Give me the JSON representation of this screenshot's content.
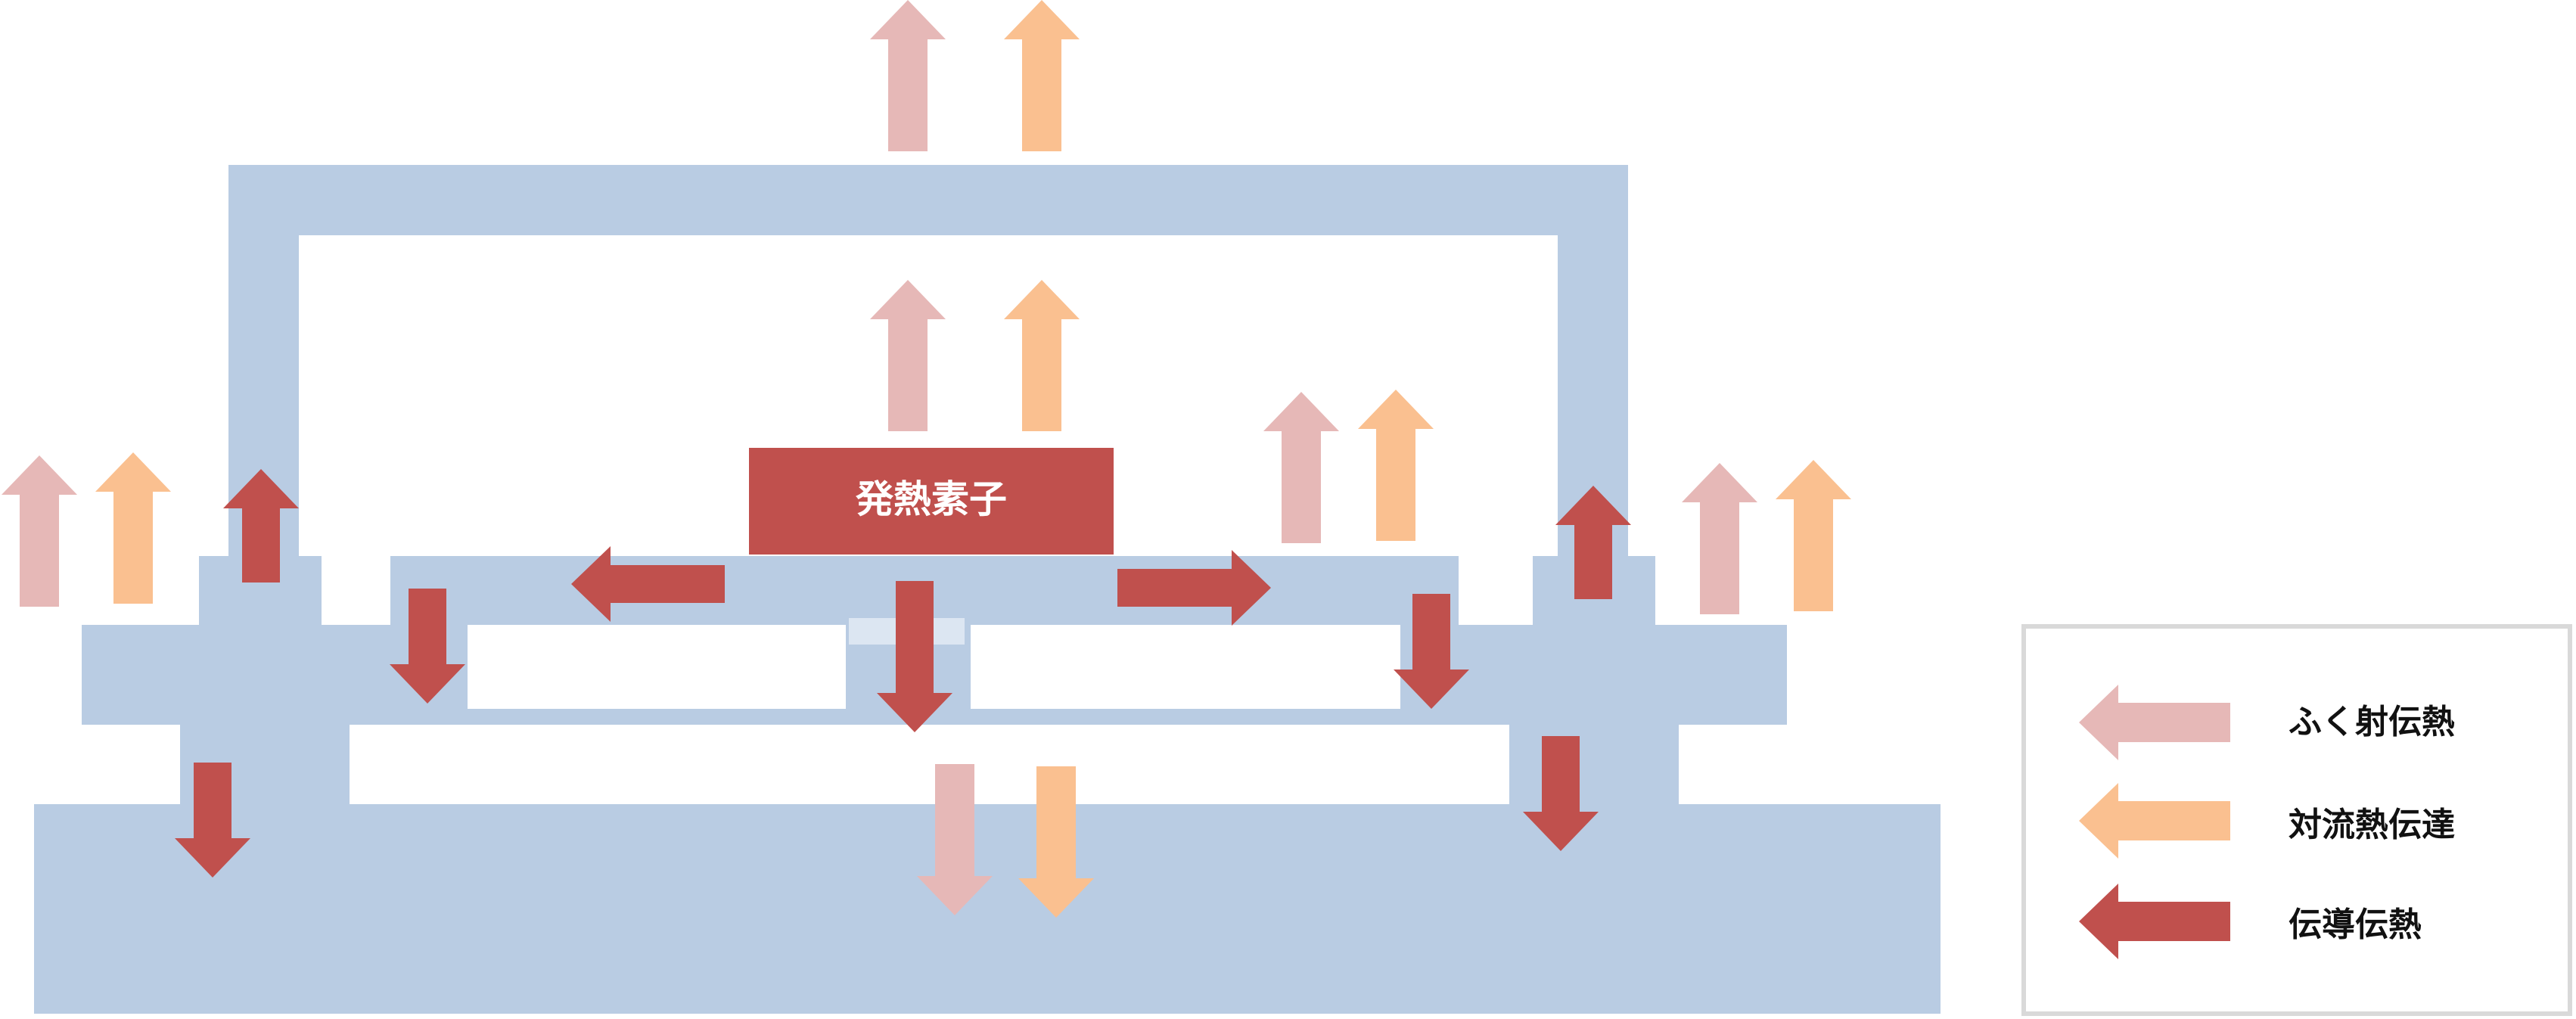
{
  "colors": {
    "structure": "#b9cce3",
    "element": "#c0504d",
    "element_text": "#ffffff",
    "radiation": "#e6b8b7",
    "convection": "#fac090",
    "conduction": "#c0504d",
    "legend_border": "#d9d9d9",
    "legend_text": "#111111"
  },
  "heat_source": {
    "label": "発熱素子"
  },
  "legend": {
    "radiation_label": "ふく射伝熱",
    "convection_label": "対流熱伝達",
    "conduction_label": "伝導伝熱"
  }
}
